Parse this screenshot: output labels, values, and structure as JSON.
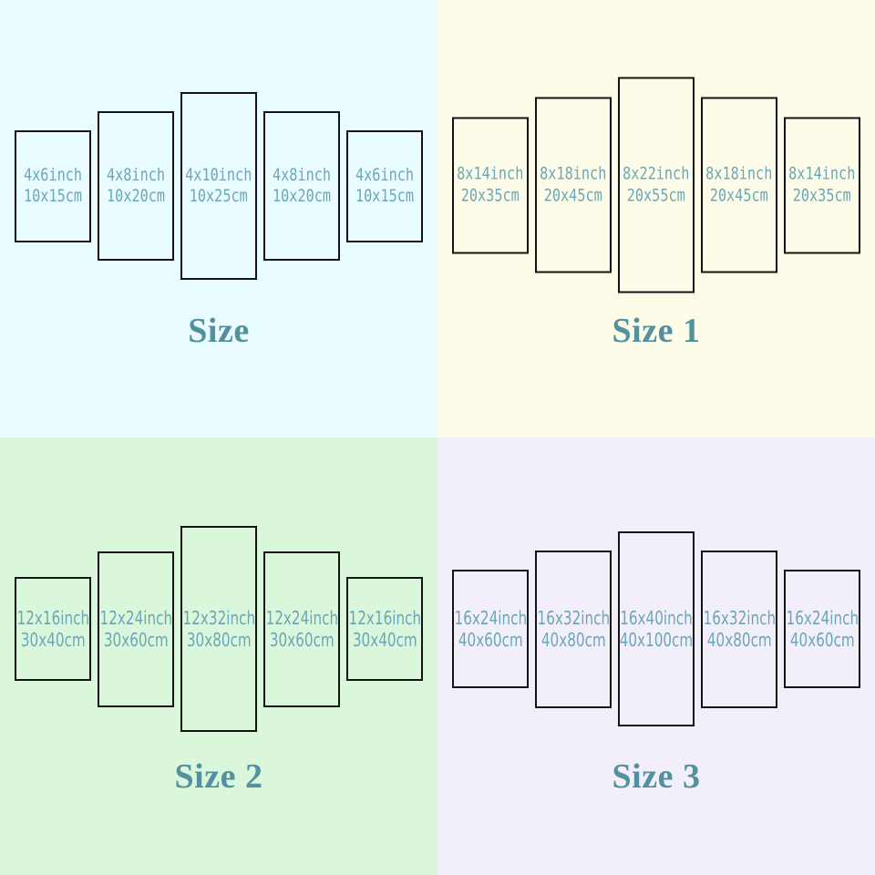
{
  "colors": {
    "panel_text": "#6ba7b7",
    "title_text": "#54919e",
    "panel_border": "#141414"
  },
  "quadrants": [
    {
      "title": "Size",
      "bg": "#e9fcff",
      "panels": [
        {
          "inch": "4x6inch",
          "cm": "10x15cm"
        },
        {
          "inch": "4x8inch",
          "cm": "10x20cm"
        },
        {
          "inch": "4x10inch",
          "cm": "10x25cm"
        },
        {
          "inch": "4x8inch",
          "cm": "10x20cm"
        },
        {
          "inch": "4x6inch",
          "cm": "10x15cm"
        }
      ]
    },
    {
      "title": "Size 1",
      "bg": "#fdfce8",
      "panels": [
        {
          "inch": "8x14inch",
          "cm": "20x35cm"
        },
        {
          "inch": "8x18inch",
          "cm": "20x45cm"
        },
        {
          "inch": "8x22inch",
          "cm": "20x55cm"
        },
        {
          "inch": "8x18inch",
          "cm": "20x45cm"
        },
        {
          "inch": "8x14inch",
          "cm": "20x35cm"
        }
      ]
    },
    {
      "title": "Size 2",
      "bg": "#dbf7db",
      "panels": [
        {
          "inch": "12x16inch",
          "cm": "30x40cm"
        },
        {
          "inch": "12x24inch",
          "cm": "30x60cm"
        },
        {
          "inch": "12x32inch",
          "cm": "30x80cm"
        },
        {
          "inch": "12x24inch",
          "cm": "30x60cm"
        },
        {
          "inch": "12x16inch",
          "cm": "30x40cm"
        }
      ]
    },
    {
      "title": "Size 3",
      "bg": "#f3effa",
      "panels": [
        {
          "inch": "16x24inch",
          "cm": "40x60cm"
        },
        {
          "inch": "16x32inch",
          "cm": "40x80cm"
        },
        {
          "inch": "16x40inch",
          "cm": "40x100cm"
        },
        {
          "inch": "16x32inch",
          "cm": "40x80cm"
        },
        {
          "inch": "16x24inch",
          "cm": "40x60cm"
        }
      ]
    }
  ]
}
